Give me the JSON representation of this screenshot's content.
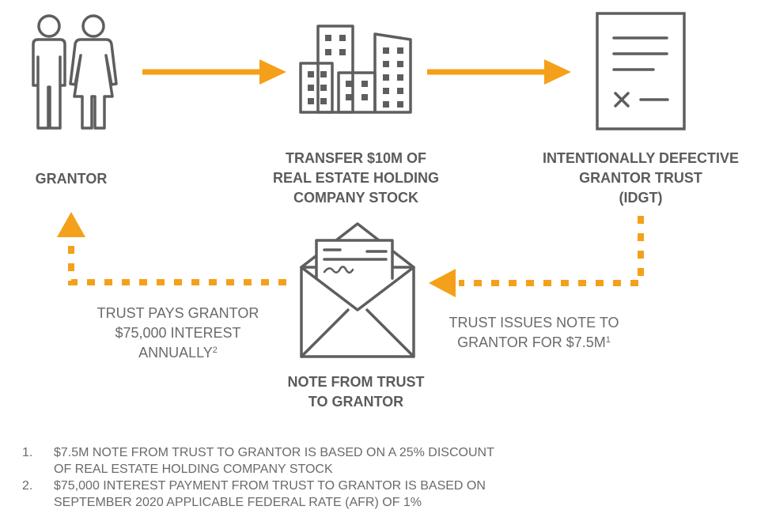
{
  "colors": {
    "arrow": "#f5a01a",
    "icon_stroke": "#5e5e5e",
    "label_text": "#5b5b5b",
    "body_text": "#6a6a6a"
  },
  "icons": {
    "grantor": "people-icon",
    "company": "buildings-icon",
    "trust": "document-icon",
    "note": "envelope-icon"
  },
  "nodes": {
    "grantor": {
      "lines": [
        "GRANTOR"
      ]
    },
    "company": {
      "lines": [
        "TRANSFER $10M OF",
        "REAL ESTATE HOLDING",
        "COMPANY STOCK"
      ]
    },
    "trust": {
      "lines": [
        "INTENTIONALLY DEFECTIVE",
        "GRANTOR TRUST",
        "(IDGT)"
      ]
    },
    "note": {
      "lines": [
        "NOTE FROM TRUST",
        "TO GRANTOR"
      ]
    }
  },
  "flows": {
    "pays": {
      "lines": [
        "TRUST PAYS GRANTOR",
        "$75,000 INTEREST",
        "ANNUALLY"
      ],
      "footnote_ref": "2"
    },
    "issues": {
      "lines": [
        "TRUST ISSUES NOTE TO",
        "GRANTOR FOR $7.5M"
      ],
      "footnote_ref": "1"
    }
  },
  "footnotes": [
    {
      "number": "1.",
      "lines": [
        "$7.5M NOTE FROM TRUST TO GRANTOR IS BASED ON A 25% DISCOUNT",
        "OF REAL ESTATE HOLDING COMPANY STOCK"
      ]
    },
    {
      "number": "2.",
      "lines": [
        "$75,000 INTEREST PAYMENT FROM TRUST TO GRANTOR IS BASED ON",
        "SEPTEMBER 2020 APPLICABLE FEDERAL RATE (AFR) OF 1%"
      ]
    }
  ]
}
